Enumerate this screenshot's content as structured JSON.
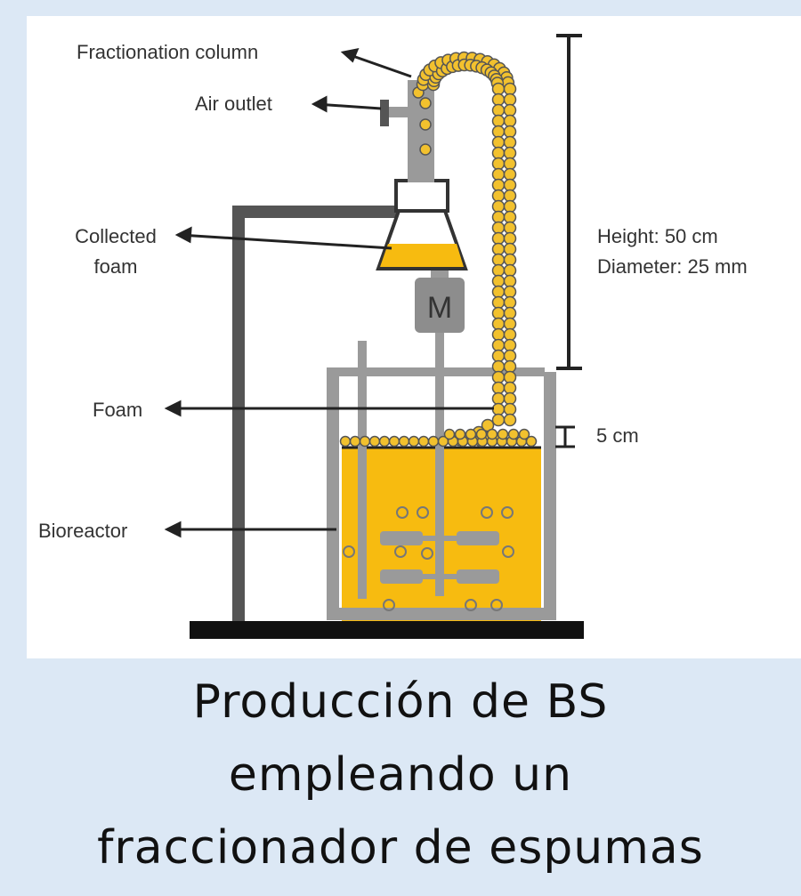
{
  "labels": {
    "fractionation_column": "Fractionation column",
    "air_outlet": "Air outlet",
    "collected_foam_1": "Collected",
    "collected_foam_2": "foam",
    "motor": "M",
    "height": "Height: 50 cm",
    "diameter": "Diameter: 25 mm",
    "foam": "Foam",
    "gap": "5 cm",
    "bioreactor": "Bioreactor"
  },
  "caption": {
    "line1": "Producción de BS",
    "line2": "empleando un",
    "line3": "fraccionador de espumas"
  },
  "colors": {
    "background": "#dce8f5",
    "liquid": "#f7bb10",
    "bubble": "#f2c12e",
    "metal": "#9a9a9a",
    "frame": "#555555"
  }
}
